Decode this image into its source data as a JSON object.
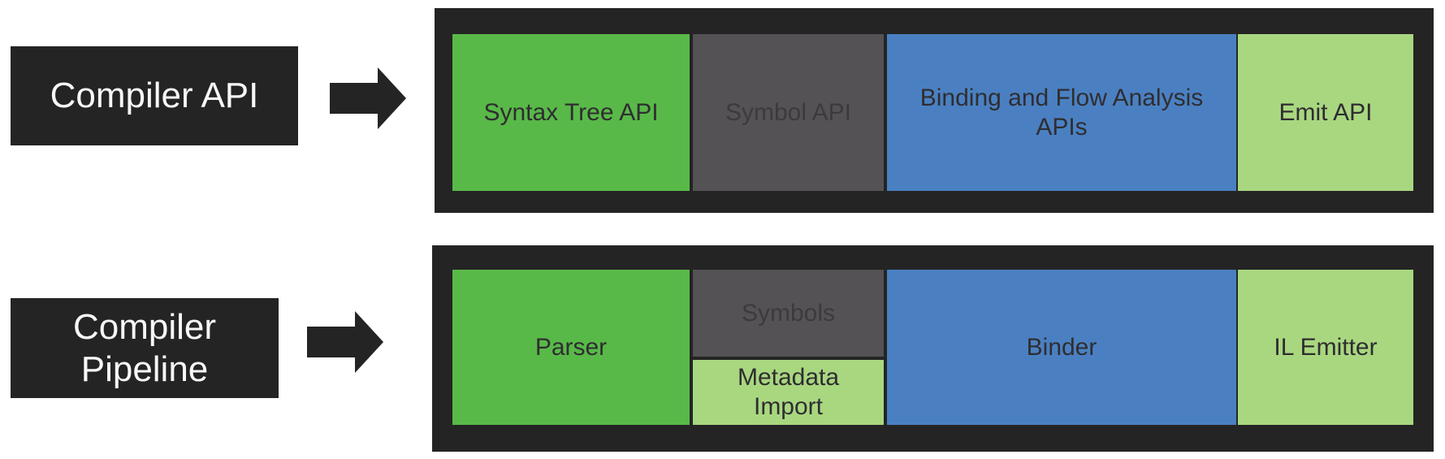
{
  "colors": {
    "background": "#ffffff",
    "dark_frame": "#242424",
    "green": "#58B948",
    "dark_gray": "#545254",
    "blue": "#4A80C2",
    "light_green": "#A9D780",
    "plate_text": "#f7f7f7",
    "box_text": "#2f2d30",
    "gray_box_text": "#3d3a3f"
  },
  "icons": {
    "arrow_1": "right-arrow",
    "arrow_2": "right-arrow"
  },
  "api_row": {
    "label": "Compiler API",
    "boxes": {
      "syntax_tree": {
        "text": "Syntax Tree API",
        "color": "#58B948"
      },
      "symbol": {
        "text": "Symbol API",
        "color": "#545254"
      },
      "binding": {
        "text": "Binding and Flow Analysis APIs",
        "color": "#4A80C2"
      },
      "emit": {
        "text": "Emit API",
        "color": "#A9D780"
      }
    }
  },
  "pipeline_row": {
    "label": "Compiler Pipeline",
    "boxes": {
      "parser": {
        "text": "Parser",
        "color": "#58B948"
      },
      "symbols": {
        "text": "Symbols",
        "color": "#545254"
      },
      "metadata_import": {
        "text": "Metadata Import",
        "color": "#A9D780"
      },
      "binder": {
        "text": "Binder",
        "color": "#4A80C2"
      },
      "il_emitter": {
        "text": "IL Emitter",
        "color": "#A9D780"
      }
    }
  }
}
